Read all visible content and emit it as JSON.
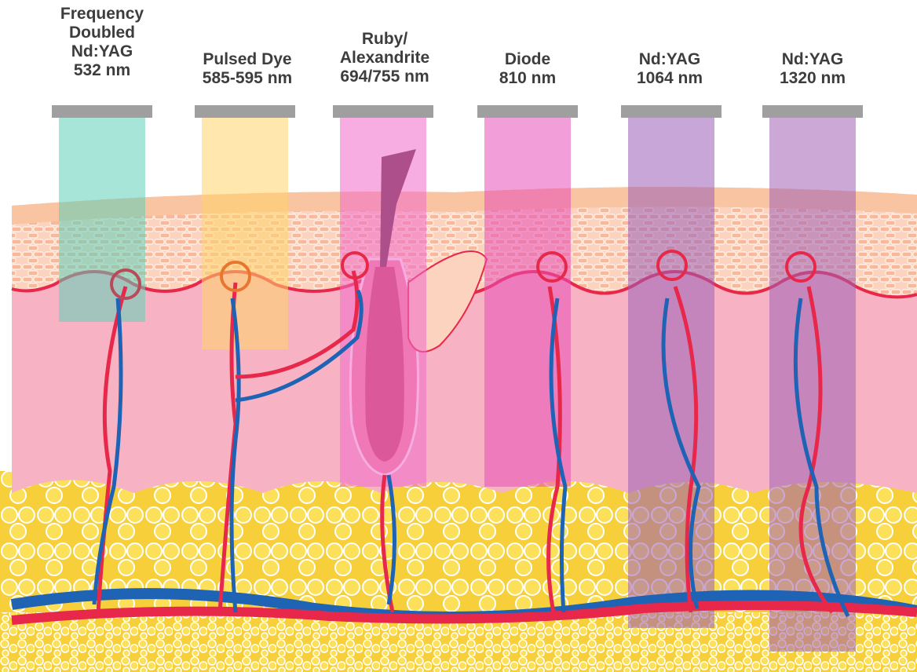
{
  "lasers": [
    {
      "lines": [
        "Frequency",
        "Doubled",
        "Nd:YAG",
        "532 nm"
      ],
      "beam_color": "#5fd0b8",
      "icon": "beam-emitter-bar"
    },
    {
      "lines": [
        "Pulsed Dye",
        "585-595 nm"
      ],
      "beam_color": "#ffd36a",
      "icon": "beam-emitter-bar"
    },
    {
      "lines": [
        "Ruby/",
        "Alexandrite",
        "694/755 nm"
      ],
      "beam_color": "#f06ac8",
      "icon": "beam-emitter-bar"
    },
    {
      "lines": [
        "Diode",
        "810 nm"
      ],
      "beam_color": "#e84fb8",
      "icon": "beam-emitter-bar"
    },
    {
      "lines": [
        "Nd:YAG",
        "1064 nm"
      ],
      "beam_color": "#9a5fb8",
      "icon": "beam-emitter-bar"
    },
    {
      "lines": [
        "Nd:YAG",
        "1320 nm"
      ],
      "beam_color": "#a060b4",
      "icon": "beam-emitter-bar"
    }
  ],
  "colors": {
    "epidermis": "#fbd3bf",
    "dermis": "#f7b3c3",
    "subcutaneous_fat": "#f6cf3a",
    "artery": "#e8284a",
    "vein": "#1e63b4",
    "emitter_bar": "#9f9f9f"
  }
}
